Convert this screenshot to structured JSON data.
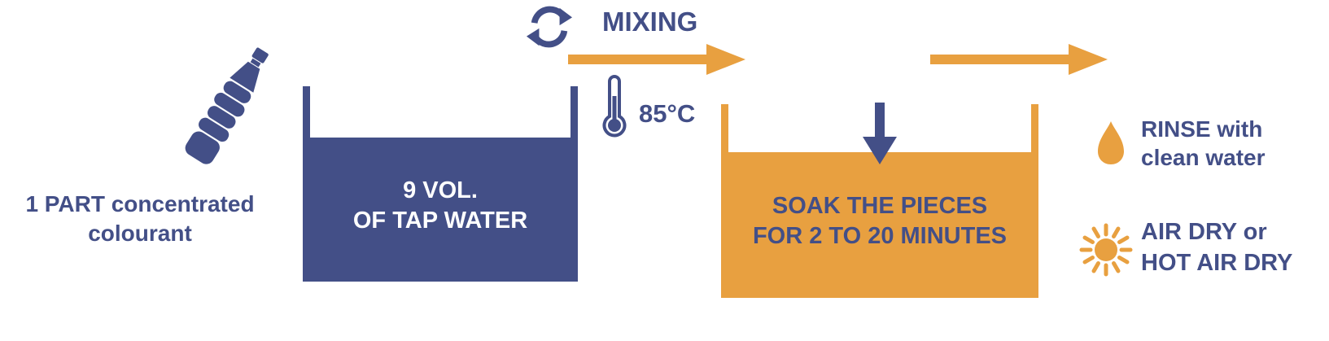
{
  "colors": {
    "navy": "#434f87",
    "orange": "#e8a040",
    "tank1_text": "#ffffff"
  },
  "step_colourant": {
    "line1": "1 PART concentrated",
    "line2": "colourant"
  },
  "step_mixing": {
    "label": "MIXING",
    "temperature": "85°C"
  },
  "step_tank1": {
    "line1": "9 VOL.",
    "line2": "OF TAP WATER"
  },
  "step_tank2": {
    "line1": "SOAK THE PIECES",
    "line2": "FOR 2 TO 20 MINUTES"
  },
  "step_rinse": {
    "line1": "RINSE with",
    "line2": "clean water"
  },
  "step_dry": {
    "line1": "AIR DRY or",
    "line2": "HOT AIR DRY"
  },
  "icons": {
    "bottle": "colourant bottle",
    "mixing": "circular arrows",
    "thermometer": "thermometer",
    "flow_arrows": "right arrow",
    "immerse": "down arrow",
    "rinse": "water drop",
    "dry": "sun"
  }
}
